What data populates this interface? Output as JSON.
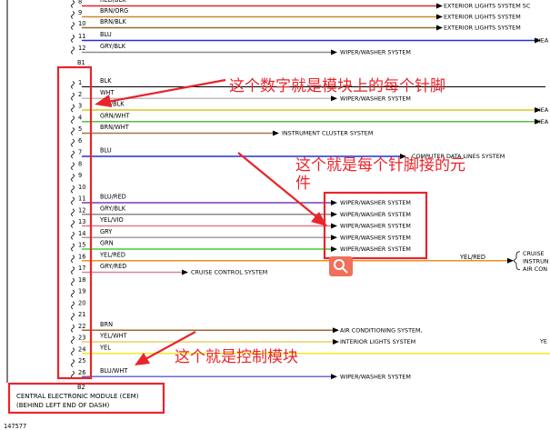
{
  "page": {
    "block_b1_label": "B1",
    "block_b2_label": "B2",
    "module_name": "CENTRAL ELECTRONIC MODULE (CEM)",
    "module_location": "(BEHIND LEFT END OF DASH)",
    "figure_number": "147577"
  },
  "annotations": {
    "pin_number_note": "这个数字就是模块上的每个针脚",
    "pin_component_note": "这个就是每个针脚接的元件",
    "control_module_note": "这个就是控制模块"
  },
  "top_rows": [
    {
      "pin": "8",
      "wire": "RED/BLK",
      "color": "#e2252b",
      "dest": "EXTERIOR LIGHTS SYSTEM SC"
    },
    {
      "pin": "9",
      "wire": "BRN/ORG",
      "color": "#c98a2c",
      "dest": "EXTERIOR LIGHTS SYSTEM"
    },
    {
      "pin": "10",
      "wire": "BRN/BLK",
      "color": "#8a6a3a",
      "dest": "EXTERIOR LIGHTS SYSTEM"
    },
    {
      "pin": "11",
      "wire": "BLU",
      "color": "#2330d6",
      "dest": "HEA"
    },
    {
      "pin": "12",
      "wire": "GRY/BLK",
      "color": "#8a8a8a",
      "dest": "WIPER/WASHER SYSTEM"
    }
  ],
  "b1_rows": [
    {
      "pin": "1",
      "wire": "BLK",
      "color": "#000000",
      "dest": ""
    },
    {
      "pin": "2",
      "wire": "WHT",
      "color": "#bdbdbd",
      "dest": "WIPER/WASHER SYSTEM"
    },
    {
      "pin": "3",
      "wire": "YEL/BLK",
      "color": "#d6c81e",
      "dest": "HEA"
    },
    {
      "pin": "4",
      "wire": "GRN/WHT",
      "color": "#54c23a",
      "dest": "HEA"
    },
    {
      "pin": "5",
      "wire": "BRN/WHT",
      "color": "#9a7a4a",
      "dest": "INSTRUMENT CLUSTER SYSTEM"
    },
    {
      "pin": "6",
      "wire": "",
      "color": "",
      "dest": ""
    },
    {
      "pin": "7",
      "wire": "BLU",
      "color": "#2330d6",
      "dest": "COMPUTER DATA LINES SYSTEM"
    },
    {
      "pin": "8",
      "wire": "",
      "color": "",
      "dest": ""
    },
    {
      "pin": "9",
      "wire": "",
      "color": "",
      "dest": ""
    },
    {
      "pin": "10",
      "wire": "",
      "color": "",
      "dest": ""
    },
    {
      "pin": "11",
      "wire": "BLU/RED",
      "color": "#7a3fb0",
      "dest": "WIPER/WASHER SYSTEM"
    },
    {
      "pin": "12",
      "wire": "GRY/BLK",
      "color": "#8a8a8a",
      "dest": "WIPER/WASHER SYSTEM"
    },
    {
      "pin": "13",
      "wire": "YEL/VIO",
      "color": "#e07a8e",
      "dest": "WIPER/WASHER SYSTEM"
    },
    {
      "pin": "14",
      "wire": "GRY",
      "color": "#a0a0a0",
      "dest": "WIPER/WASHER SYSTEM"
    },
    {
      "pin": "15",
      "wire": "GRN",
      "color": "#3fcf3a",
      "dest": "WIPER/WASHER SYSTEM"
    },
    {
      "pin": "16",
      "wire": "YEL/RED",
      "color": "#f0901e",
      "dest": ""
    },
    {
      "pin": "17",
      "wire": "GRY/RED",
      "color": "#d9849a",
      "dest": "CRUISE CONTROL SYSTEM"
    },
    {
      "pin": "18",
      "wire": "",
      "color": "",
      "dest": ""
    },
    {
      "pin": "19",
      "wire": "",
      "color": "",
      "dest": ""
    },
    {
      "pin": "20",
      "wire": "",
      "color": "",
      "dest": ""
    },
    {
      "pin": "21",
      "wire": "",
      "color": "",
      "dest": ""
    },
    {
      "pin": "22",
      "wire": "BRN",
      "color": "#a06a2a",
      "dest": "AIR CONDITIONING SYSTEM,"
    },
    {
      "pin": "23",
      "wire": "YEL/WHT",
      "color": "#e8d060",
      "dest": "INTERIOR LIGHTS SYSTEM"
    },
    {
      "pin": "24",
      "wire": "YEL",
      "color": "#f2ea22",
      "dest": ""
    },
    {
      "pin": "25",
      "wire": "",
      "color": "",
      "dest": ""
    },
    {
      "pin": "26",
      "wire": "BLU/WHT",
      "color": "#6a6ad8",
      "dest": "WIPER/WASHER SYSTEM"
    }
  ],
  "splice_16": {
    "wire": "YEL/RED",
    "lines": [
      "CRUISE",
      "INSTRUN",
      "AIR CON"
    ]
  },
  "right_cut_labels": {
    "pin24": "YE"
  },
  "colors": {
    "annotation_red": "#e8252b",
    "search_badge": "#f0705a"
  },
  "icons": [
    "search-icon"
  ]
}
